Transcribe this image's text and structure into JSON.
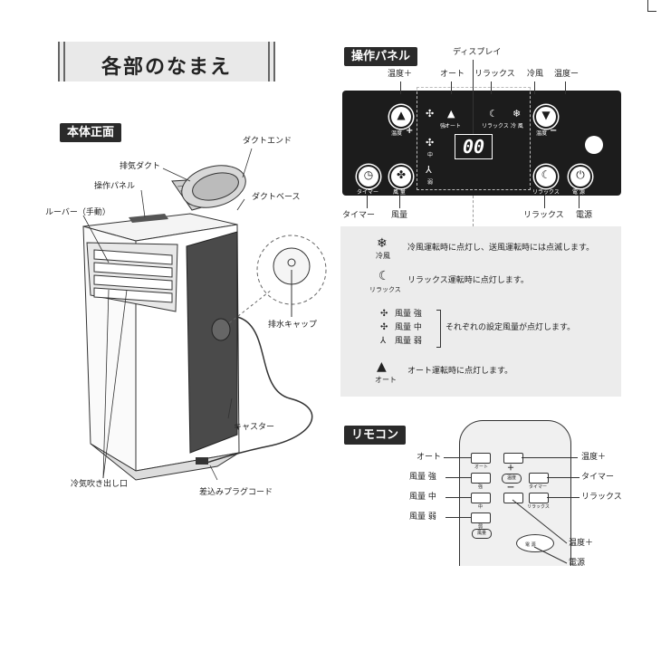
{
  "page_title": "各部のなまえ",
  "front_section": {
    "heading": "本体正面",
    "labels": {
      "duct_end": "ダクトエンド",
      "exhaust_duct": "排気ダクト",
      "control_panel": "操作パネル",
      "louver": "ルーバー（手動）",
      "duct_base": "ダクトベース",
      "drain_cap": "排水キャップ",
      "caster": "キャスター",
      "cold_air_outlet": "冷気吹き出し口",
      "plug_cord": "差込みプラグコード"
    }
  },
  "panel_section": {
    "heading": "操作パネル",
    "callouts": {
      "display": "ディスプレイ",
      "temp_up": "温度＋",
      "auto": "オート",
      "relax": "リラックス",
      "cool": "冷風",
      "temp_down": "温度ー",
      "timer": "タイマー",
      "fan": "風量",
      "relax_bottom": "リラックス",
      "power": "電源"
    },
    "panel": {
      "display_value": "00",
      "btn_temp_up_small": "温度",
      "btn_temp_down_small": "温度",
      "btn_timer_small": "タイマー",
      "btn_fan_small": "風 量",
      "btn_relax_small": "リラックス",
      "btn_power_small": "電 源",
      "ind_strong": "強",
      "ind_mid": "中",
      "ind_weak": "弱",
      "ind_auto": "オート",
      "ind_relax": "リラックス",
      "ind_cool": "冷 風"
    },
    "legend": {
      "cool_icon_label": "冷風",
      "cool_text": "冷風運転時に点灯し、送風運転時には点滅します。",
      "relax_icon_label": "リラックス",
      "relax_text": "リラックス運転時に点灯します。",
      "fan_strong": "風量 強",
      "fan_mid": "風量 中",
      "fan_weak": "風量 弱",
      "fan_text": "それぞれの設定風量が点灯します。",
      "auto_icon_label": "オート",
      "auto_text": "オート運転時に点灯します。"
    }
  },
  "remote_section": {
    "heading": "リモコン",
    "callouts": {
      "auto": "オート",
      "temp_up": "温度＋",
      "fan_strong": "風量 強",
      "timer": "タイマー",
      "fan_mid": "風量 中",
      "relax": "リラックス",
      "fan_weak": "風量 弱",
      "temp_up_bottom": "温度＋",
      "power": "電源"
    },
    "remote": {
      "btn_auto": "オート",
      "btn_plus": "＋",
      "btn_strong": "強",
      "btn_temp": "温度",
      "btn_minus": "ー",
      "btn_timer": "タイマー",
      "btn_mid": "中",
      "btn_relax": "リラックス",
      "btn_weak": "弱",
      "btn_fan": "風量",
      "btn_power": "電 源"
    }
  }
}
